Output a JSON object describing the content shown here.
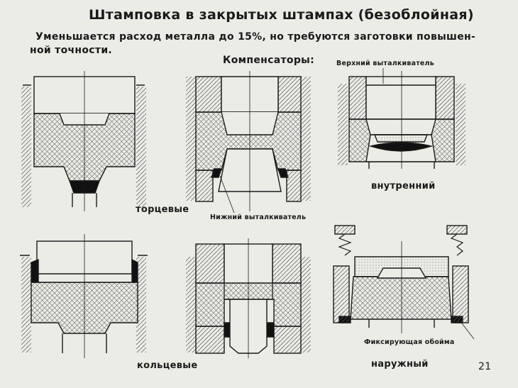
{
  "title": "Штамповка в закрытых штампах (безоблойная)",
  "intro_line1": "Уменьшается расход металла до 15%, но требуются заготовки повышен-",
  "intro_line2": "ной точности.",
  "compensators_heading": "Компенсаторы:",
  "labels": {
    "face": "торцевые",
    "inner": "внутренний",
    "ring": "кольцевые",
    "outer": "наружный",
    "upper_ejector": "Верхний выталкиватель",
    "lower_ejector": "Нижний выталкиватель",
    "fixing_holder": "Фиксирующая обойма"
  },
  "page_number": "21",
  "colors": {
    "background": "#ecece7",
    "ink": "#1a1a1a",
    "hatch": "#555555"
  }
}
